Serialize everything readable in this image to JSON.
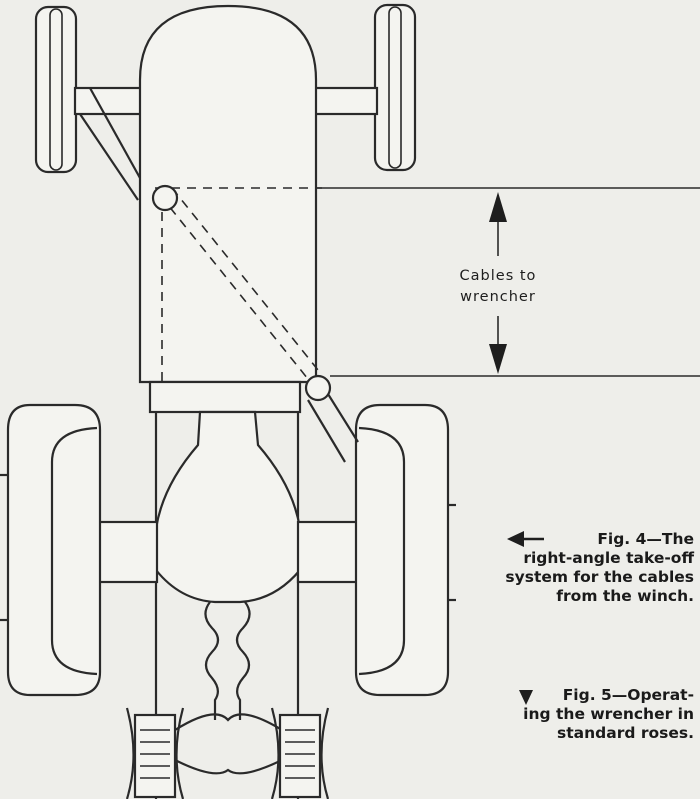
{
  "callout": {
    "line1": "Cables to",
    "line2": "wrencher"
  },
  "captions": {
    "fig4": {
      "marker": "arrow-left",
      "lines": [
        "Fig.  4—The",
        "right-angle  take-off",
        "system for the cables",
        "from the winch."
      ]
    },
    "fig5": {
      "marker": "arrow-down",
      "lines": [
        "Fig. 5—Operat-",
        "ing the wrencher in",
        "standard roses."
      ]
    }
  },
  "colors": {
    "paper": "#eeeeea",
    "ink": "#2a2a2a"
  }
}
